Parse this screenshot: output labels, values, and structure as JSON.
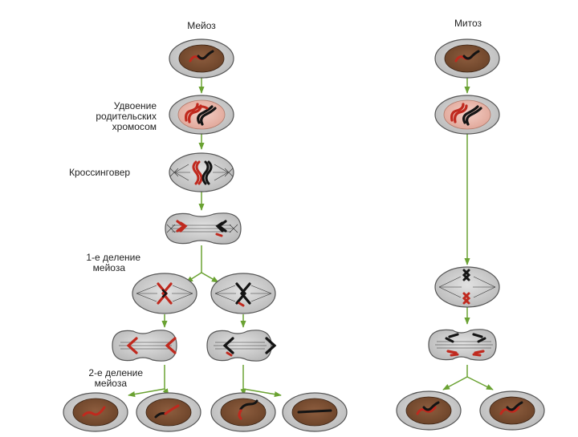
{
  "titles": {
    "meiosis": "Мейоз",
    "mitosis": "Митоз"
  },
  "labels": {
    "duplication": [
      "Удвоение",
      "родительских",
      "хромосом"
    ],
    "crossing_over": "Кроссинговер",
    "first_division": [
      "1-е деление",
      "мейоза"
    ],
    "second_division": [
      "2-е деление",
      "мейоза"
    ]
  },
  "colors": {
    "arrow": "#6aa232",
    "cell_outer": "#c8c8c8",
    "cell_outline": "#555555",
    "nucleus": "#7b5034",
    "nucleus_light": "#e9b8ab",
    "chromosome_red": "#c0291e",
    "chromosome_black": "#141414"
  }
}
